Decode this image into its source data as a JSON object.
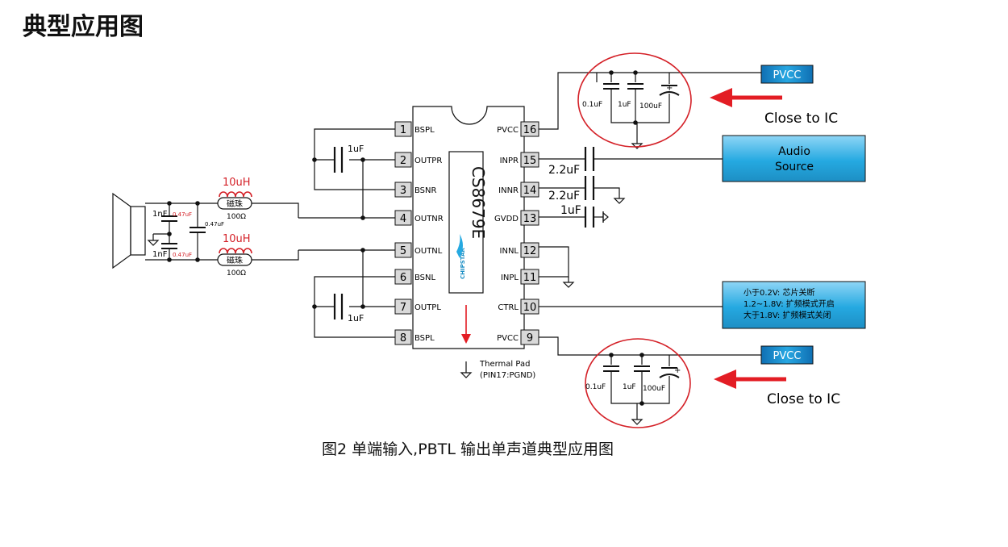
{
  "page": {
    "title": "典型应用图",
    "caption": "图2   单端输入,PBTL 输出单声道典型应用图"
  },
  "chip": {
    "part": "CS8679E",
    "brand": "CHIPSTAR",
    "left_pins": [
      {
        "num": "1",
        "name": "BSPL"
      },
      {
        "num": "2",
        "name": "OUTPR"
      },
      {
        "num": "3",
        "name": "BSNR"
      },
      {
        "num": "4",
        "name": "OUTNR"
      },
      {
        "num": "5",
        "name": "OUTNL"
      },
      {
        "num": "6",
        "name": "BSNL"
      },
      {
        "num": "7",
        "name": "OUTPL"
      },
      {
        "num": "8",
        "name": "BSPL"
      }
    ],
    "right_pins": [
      {
        "num": "16",
        "name": "PVCC"
      },
      {
        "num": "15",
        "name": "INPR"
      },
      {
        "num": "14",
        "name": "INNR"
      },
      {
        "num": "13",
        "name": "GVDD"
      },
      {
        "num": "12",
        "name": "INNL"
      },
      {
        "num": "11",
        "name": "INPL"
      },
      {
        "num": "10",
        "name": "CTRL"
      },
      {
        "num": "9",
        "name": "PVCC"
      }
    ],
    "thermal_pad": [
      "Thermal Pad",
      "(PIN17:PGND)"
    ]
  },
  "components": {
    "boot_cap_top": "1uF",
    "boot_cap_bottom": "1uF",
    "inpr_cap": "2.2uF",
    "innr_cap": "2.2uF",
    "gvdd_cap": "1uF",
    "inductor_top": "10uH",
    "inductor_bottom": "10uH",
    "bead_top": "磁珠",
    "bead_top_value": "100Ω",
    "bead_bottom": "磁珠",
    "bead_bottom_value": "100Ω",
    "filt_top_a": "1nF",
    "filt_top_b": "0.47uF",
    "filt_bot_a": "1nF",
    "filt_bot_b": "0.47uF",
    "filt_mid": "0.47uF"
  },
  "supply_top": {
    "label": "PVCC",
    "caps": [
      "0.1uF",
      "1uF",
      "100uF"
    ],
    "note": "Close to IC"
  },
  "supply_bottom": {
    "label": "PVCC",
    "caps": [
      "0.1uF",
      "1uF",
      "100uF"
    ],
    "note": "Close to IC"
  },
  "audio_source": [
    "Audio",
    "Source"
  ],
  "ctrl_box": [
    "小于0.2V: 芯片关断",
    "1.2~1.8V: 扩频模式开启",
    "大于1.8V: 扩频模式关闭"
  ],
  "colors": {
    "highlight_circle": "#d42027",
    "arrow": "#e31d24",
    "box_blue": "#25a9e1",
    "inductor": "#d42027",
    "pin_box": "#d9d9d9"
  }
}
